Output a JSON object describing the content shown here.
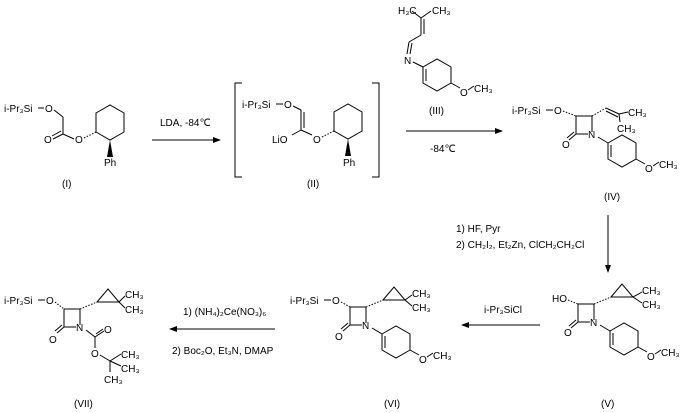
{
  "compounds": {
    "I": {
      "label": "(I)",
      "silyl": "i-Pr₃Si",
      "o1": "O",
      "o2": "O",
      "o3": "O",
      "ph": "Ph"
    },
    "II": {
      "label": "(II)",
      "silyl": "i-Pr₃Si",
      "o1": "O",
      "lio": "LiO",
      "o2": "O",
      "ph": "Ph"
    },
    "III": {
      "label": "(III)",
      "h3c": "H₃C",
      "ch3": "CH₃",
      "n": "N",
      "o": "O",
      "och3": "CH₃"
    },
    "IV": {
      "label": "(IV)",
      "silyl": "i-Pr₃Si",
      "o1": "O",
      "n": "N",
      "oc": "O",
      "ch3a": "CH₃",
      "ch3b": "CH₃",
      "o": "O",
      "och3": "CH₃"
    },
    "V": {
      "label": "(V)",
      "ho": "HO",
      "n": "N",
      "oc": "O",
      "ch3a": "CH₃",
      "ch3b": "CH₃",
      "o": "O",
      "och3": "CH₃"
    },
    "VI": {
      "label": "(VI)",
      "silyl": "i-Pr₃Si",
      "o1": "O",
      "n": "N",
      "oc": "O",
      "ch3a": "CH₃",
      "ch3b": "CH₃",
      "o": "O",
      "och3": "CH₃"
    },
    "VII": {
      "label": "(VII)",
      "silyl": "i-Pr₃Si",
      "o1": "O",
      "n": "N",
      "oc": "O",
      "o2": "O",
      "o3": "O",
      "ch3a": "CH₃",
      "ch3b": "CH₃",
      "tb1": "CH₃",
      "tb2": "CH₃",
      "tb3": "CH₃"
    }
  },
  "steps": {
    "s1": {
      "reagent": "LDA, -84℃"
    },
    "s2": {
      "condition": "-84℃"
    },
    "s3": {
      "line1": "1) HF, Pyr",
      "line2": "2) CH₂I₂, Et₂Zn, ClCH₂CH₂Cl"
    },
    "s4": {
      "reagent": "i-Pr₃SiCl"
    },
    "s5": {
      "line1": "1) (NH₄)₂Ce(NO₃)₆",
      "line2": "2) Boc₂O, Et₃N, DMAP"
    }
  }
}
